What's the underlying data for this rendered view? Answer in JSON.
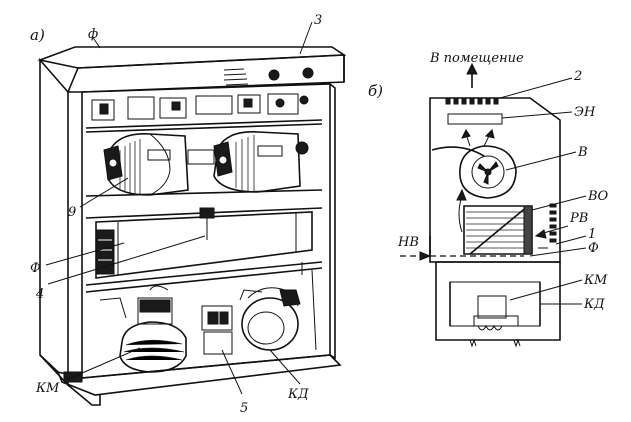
{
  "panel_a": {
    "panel_label": "а)",
    "labels": {
      "l3": "3",
      "l9": "9",
      "lF": "Ф",
      "l4": "4",
      "lKM": "КМ",
      "l5": "5",
      "lKD": "КД"
    }
  },
  "panel_b": {
    "panel_label": "б)",
    "title": "В помещение",
    "labels": {
      "l2": "2",
      "lEN": "ЭН",
      "lV": "В",
      "lVO": "ВО",
      "lRV": "РВ",
      "l1": "1",
      "lF": "Ф",
      "lNV": "НВ",
      "lKM": "КМ",
      "lKD": "КД"
    }
  }
}
